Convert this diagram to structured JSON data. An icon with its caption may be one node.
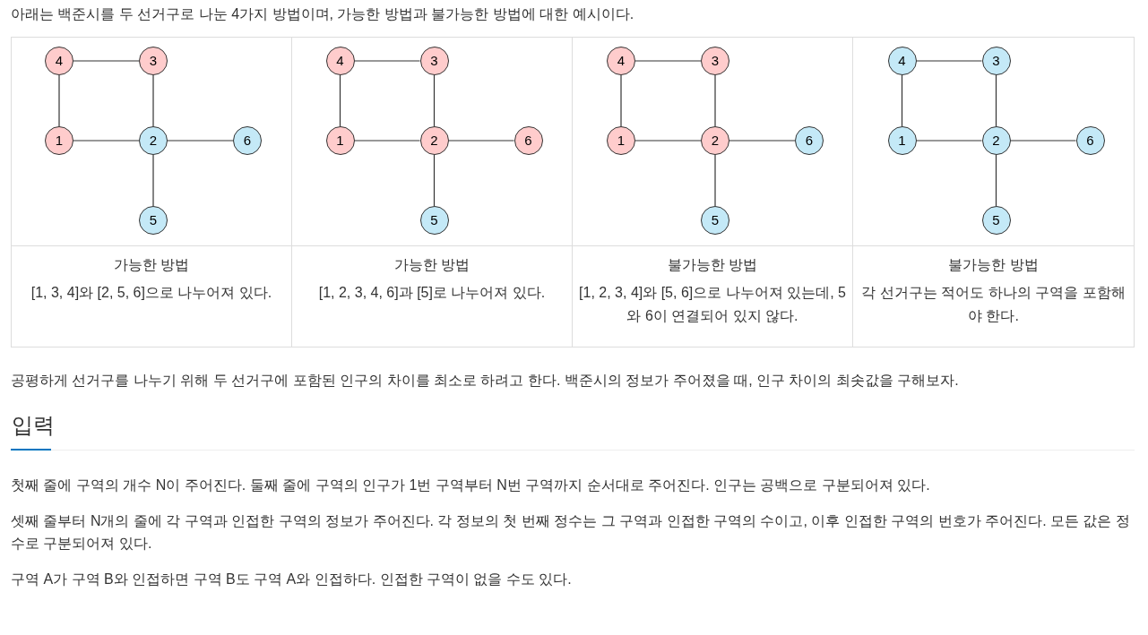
{
  "diagram": {
    "nodes": [
      {
        "text": [
          "4"
        ]
      },
      {
        "text": [
          "3"
        ]
      },
      {
        "text": [
          "1"
        ]
      },
      {
        "text": [
          "2"
        ]
      },
      {
        "text": [
          "6"
        ]
      },
      {
        "text": [
          "5"
        ]
      },
      {
        "text": [
          "4"
        ]
      },
      {
        "text": [
          "3"
        ]
      },
      {
        "text": [
          "1"
        ]
      },
      {
        "text": [
          "2"
        ]
      },
      {
        "text": [
          "6"
        ]
      },
      {
        "text": [
          "5"
        ]
      },
      {
        "text": [
          "4"
        ]
      },
      {
        "text": [
          "3"
        ]
      },
      {
        "text": [
          "1"
        ]
      },
      {
        "text": [
          "2"
        ]
      },
      {
        "text": [
          "6"
        ]
      },
      {
        "text": [
          "5"
        ]
      },
      {
        "text": [
          "4"
        ]
      },
      {
        "text": [
          "3"
        ]
      },
      {
        "text": [
          "1"
        ]
      },
      {
        "text": [
          "2"
        ]
      },
      {
        "text": [
          "6"
        ]
      },
      {
        "text": [
          "5"
        ]
      }
    ],
    "edges": [
      {
        "from": 0,
        "to": 1,
        "arrow": "none"
      },
      {
        "from": 0,
        "to": 2,
        "arrow": "none"
      },
      {
        "from": 1,
        "to": 3,
        "arrow": "none"
      },
      {
        "from": 2,
        "to": 3,
        "arrow": "none"
      },
      {
        "from": 3,
        "to": 4,
        "arrow": "none"
      },
      {
        "from": 3,
        "to": 5,
        "arrow": "none"
      },
      {
        "from": 6,
        "to": 7,
        "arrow": "none"
      },
      {
        "from": 6,
        "to": 8,
        "arrow": "none"
      },
      {
        "from": 7,
        "to": 9,
        "arrow": "none"
      },
      {
        "from": 8,
        "to": 9,
        "arrow": "none"
      },
      {
        "from": 9,
        "to": 10,
        "arrow": "none"
      },
      {
        "from": 9,
        "to": 11,
        "arrow": "none"
      },
      {
        "from": 12,
        "to": 13,
        "arrow": "none"
      },
      {
        "from": 12,
        "to": 14,
        "arrow": "none"
      },
      {
        "from": 13,
        "to": 15,
        "arrow": "none"
      },
      {
        "from": 14,
        "to": 15,
        "arrow": "none"
      },
      {
        "from": 15,
        "to": 16,
        "arrow": "none"
      },
      {
        "from": 15,
        "to": 17,
        "arrow": "none"
      },
      {
        "from": 18,
        "to": 19,
        "arrow": "none"
      },
      {
        "from": 18,
        "to": 20,
        "arrow": "none"
      },
      {
        "from": 19,
        "to": 21,
        "arrow": "none"
      },
      {
        "from": 20,
        "to": 21,
        "arrow": "none"
      },
      {
        "from": 21,
        "to": 22,
        "arrow": "none"
      },
      {
        "from": 21,
        "to": 23,
        "arrow": "none"
      }
    ],
    "labels": [
      "아래는 백준시를 두 선거구로 나눈 4가지 방법이며, 가능한 방법과 불가능한 방법에 대한 예시이다.",
      "가능한 방법",
      "[1, 3, 4]와 [2, 5, 6]으로 나누어져 있다.",
      "가능한 방법",
      "[1, 2, 3, 4, 6]과 [5]로 나누어져 있다.",
      "불가능한 방법",
      "[1, 2, 3, 4]와 [5, 6]으로 나누어져 있는데, 5와 6이 연결되어 있지 않다.",
      "불가능한 방법",
      "각 선거구는 적어도 하나의 구역을 포함해야 한다.",
      "공평하게 선거구를 나누기 위해 두 선거구에 포함된 인구의 차이를 최소로 하려고 한다. 백준시의 정보가 주어졌을 때, 인구 차이의 최솟값을 구해보자.",
      "입력",
      "첫째 줄에 구역의 개수 N이 주어진다. 둘째 줄에 구역의 인구가 1번 구역부터 N번 구역까지 순서대로 주어진다. 인구는 공백으로 구분되어져 있다.",
      "셋째 줄부터 N개의 줄에 각 구역과 인접한 구역의 정보가 주어진다. 각 정보의 첫 번째 정수는 그 구역과 인접한 구역의 수이고, 이후 인접한 구역의 번호가 주어진다. 모든 값은 정수로 구분되어져 있다.",
      "구역 A가 구역 B와 인접하면 구역 B도 구역 A와 인접하다. 인접한 구역이 없을 수도 있다."
    ]
  }
}
